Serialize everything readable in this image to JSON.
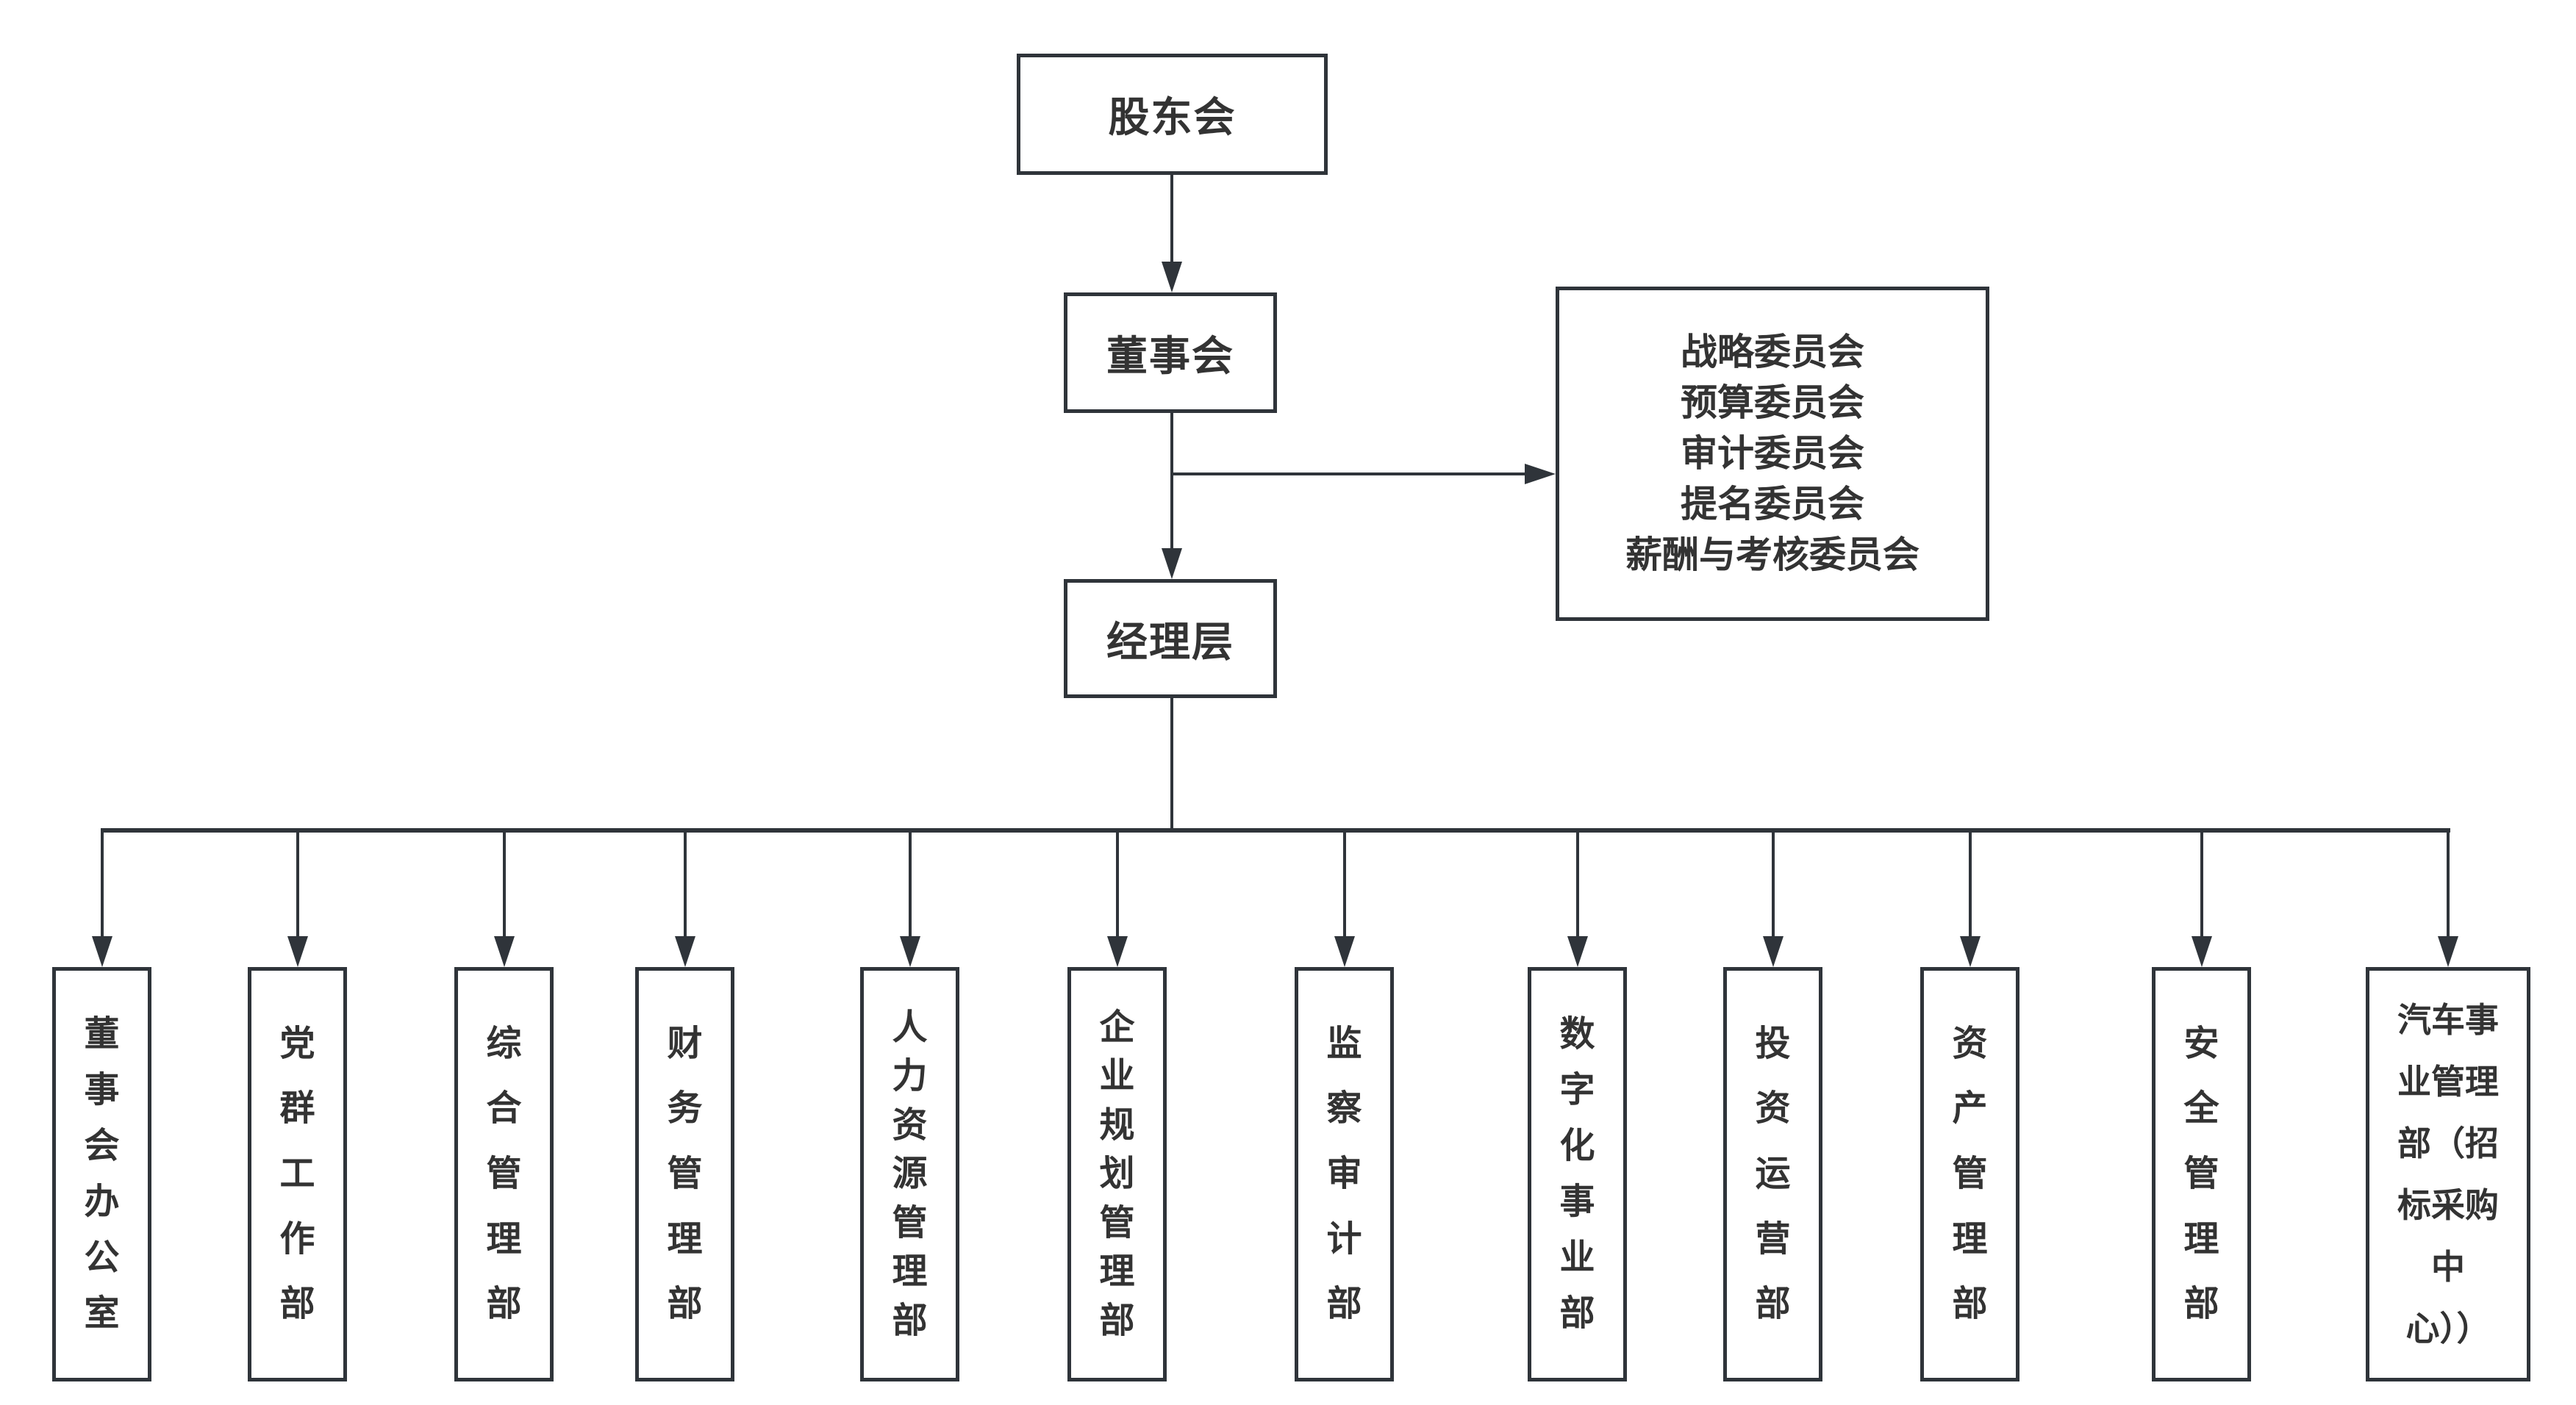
{
  "title": "组织架构图",
  "colors": {
    "stroke": "#2f343a",
    "text": "#333333",
    "background": "#ffffff"
  },
  "nodes": {
    "shareholders": {
      "label": "股东会"
    },
    "board": {
      "label": "董事会"
    },
    "management": {
      "label": "经理层"
    }
  },
  "committees": {
    "lines": [
      "战略委员会",
      "预算委员会",
      "审计委员会",
      "提名委员会",
      "薪酬与考核委员会"
    ]
  },
  "departments": [
    {
      "label": "董事会办公室"
    },
    {
      "label": "党群工作部"
    },
    {
      "label": "综合管理部"
    },
    {
      "label": "财务管理部"
    },
    {
      "label": "人力资源管理部"
    },
    {
      "label": "企业规划管理部"
    },
    {
      "label": "监察审计部"
    },
    {
      "label": "数字化事业部"
    },
    {
      "label": "投资运营部"
    },
    {
      "label": "资产管理部"
    },
    {
      "label": "安全管理部"
    },
    {
      "label": "汽车事业管理部（招标采购中心））",
      "lines": [
        "汽车事",
        "业管理",
        "部（招",
        "标采购",
        "中",
        "心））"
      ]
    }
  ]
}
